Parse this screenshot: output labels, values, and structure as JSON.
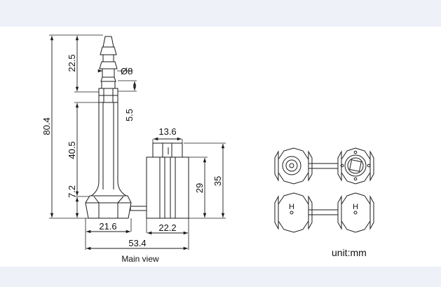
{
  "dimensions": {
    "total_height": "80.4",
    "tip_height": "22.5",
    "pin_diameter": "Ø8",
    "collar_height": "5.5",
    "shaft_height": "40.5",
    "head_height": "7.2",
    "head_width": "21.6",
    "lock_top_width": "13.6",
    "lock_body_height": "29",
    "lock_total_height": "35",
    "lock_width": "22.2",
    "overall_width": "53.4"
  },
  "labels": {
    "view_caption": "Main view",
    "unit": "unit:mm",
    "marking_left": "H",
    "marking_right": "H"
  },
  "colors": {
    "background": "#eef1f8",
    "drawing_area": "#ffffff",
    "line": "#1a1a1a"
  }
}
